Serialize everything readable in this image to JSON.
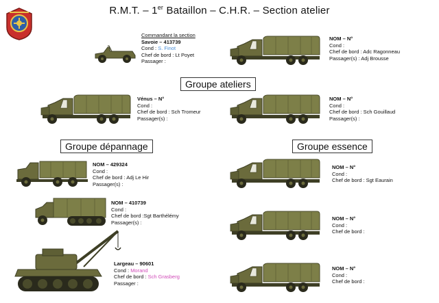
{
  "title": {
    "prefix": "R.M.T. – 1",
    "sup": "er",
    "suffix": " Bataillon – C.H.R. – Section atelier"
  },
  "groups": {
    "ateliers": "Groupe ateliers",
    "depannage": "Groupe dépannage",
    "essence": "Groupe essence"
  },
  "colors": {
    "olive": "#6b6b3c",
    "canvas": "#7d7f48",
    "dark": "#3a3a22",
    "cond_name": "#4a8fd8",
    "highlight": "#d04ab8"
  },
  "vehicles": {
    "commandant": {
      "heading": "Commandant la section",
      "name": "Savoie – 413739",
      "cond_label": "Cond : ",
      "cond_value": "S. Finot",
      "chef": "Chef de bord : Lt Poyet",
      "passager": "Passager :"
    },
    "nom_top_right": {
      "name": "NOM – N°",
      "cond": "Cond :",
      "chef": "Chef de bord : Adc Ragonneau",
      "passager": "Passager(s) : Adj Brousse"
    },
    "venus": {
      "name": "Vénus – N°",
      "cond": "Cond :",
      "chef": "Chef de bord : Sch Tromeur",
      "passager": "Passager(s) :"
    },
    "nom_mid_right": {
      "name": "NOM – N°",
      "cond": "Cond :",
      "chef": "Chef de bord : Sch Gouillaud",
      "passager": "Passager(s) :"
    },
    "dep1": {
      "name": "NOM – 429324",
      "cond": "Cond :",
      "chef": "Chef de bord : Adj Le Hir",
      "passager": "Passager(s) :"
    },
    "dep2": {
      "name": "NOM – 410739",
      "cond": "Cond :",
      "chef": "Chef de bord :Sgt Barthélémy",
      "passager": "Passager(s) :"
    },
    "largeau": {
      "name": "Largeau – 90601",
      "cond_label": "Cond : ",
      "cond_value": "Morand",
      "chef_label": "Chef de bord : ",
      "chef_value": "Sch Grasberg",
      "passager": "Passager :"
    },
    "ess1": {
      "name": "NOM – N°",
      "cond": "Cond :",
      "chef": "Chef de bord :  Sgt Eaurain"
    },
    "ess2": {
      "name": "NOM – N°",
      "cond": "Cond :",
      "chef": "Chef de bord :"
    },
    "ess3": {
      "name": "NOM – N°",
      "cond": "Cond :",
      "chef": "Chef de bord :"
    }
  }
}
